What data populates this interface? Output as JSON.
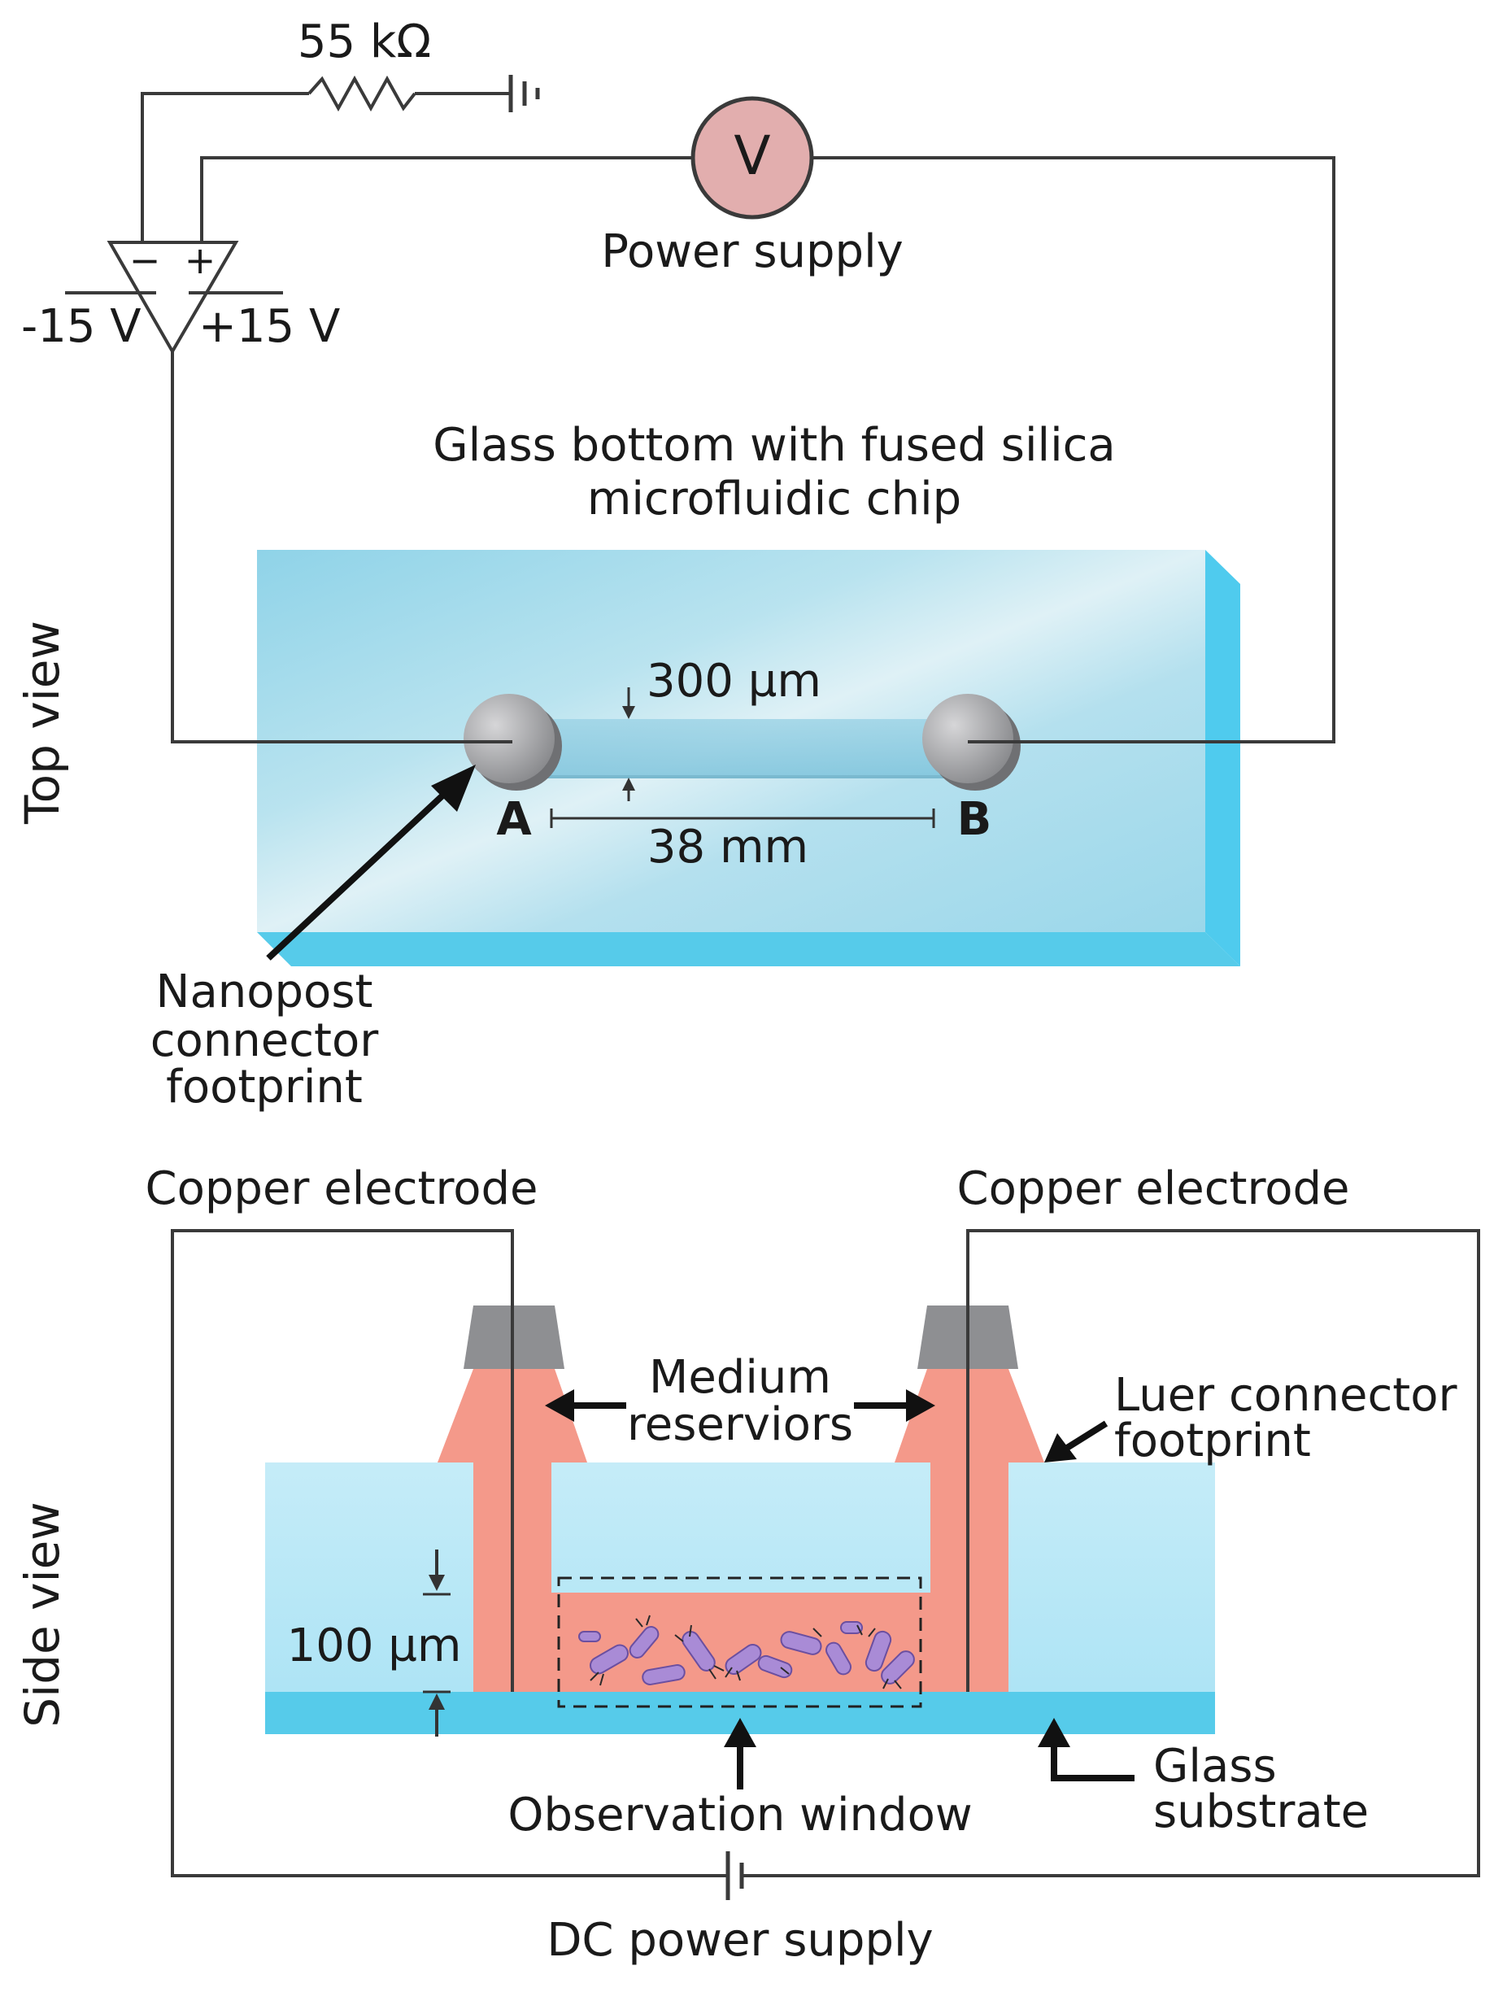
{
  "colors": {
    "chip_top": "#a8dcea",
    "chip_edge": "#4fcbee",
    "glass_light": "#bde9f7",
    "glass_substrate": "#56cbea",
    "medium": "#f4998a",
    "cap_gray": "#8e8f92",
    "voltmeter": "#e2aeae",
    "bacteria": "#a98bd6"
  },
  "circuit": {
    "resistor_label": "55 kΩ",
    "voltmeter_symbol": "V",
    "power_supply_label": "Power supply",
    "amp_minus": "−",
    "amp_plus": "+",
    "neg_rail": "-15 V",
    "pos_rail": "+15 V"
  },
  "top_view": {
    "section_label": "Top view",
    "chip_title_line1": "Glass bottom with fused silica",
    "chip_title_line2": "microfluidic chip",
    "channel_width": "300 µm",
    "channel_length": "38 mm",
    "port_a": "A",
    "port_b": "B",
    "nanopost_line1": "Nanopost",
    "nanopost_line2": "connector",
    "nanopost_line3": "footprint"
  },
  "side_view": {
    "section_label": "Side view",
    "electrode_left": "Copper electrode",
    "electrode_right": "Copper electrode",
    "medium_line1": "Medium",
    "medium_line2": "reserviors",
    "luer_line1": "Luer connector",
    "luer_line2": "footprint",
    "height_label": "100 µm",
    "observation": "Observation window",
    "glass_line1": "Glass",
    "glass_line2": "substrate",
    "dc_supply": "DC power supply"
  }
}
